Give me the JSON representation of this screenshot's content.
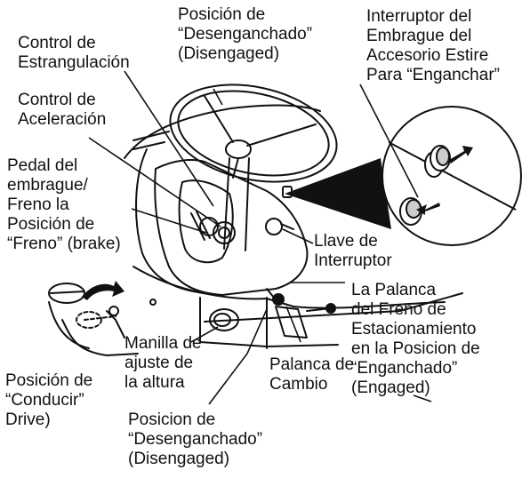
{
  "labels": {
    "choke_control": "Control de\nEstrangulación",
    "disengaged_top": "Posición de\n“Desenganchado”\n(Disengaged)",
    "pto_switch": "Interruptor del\nEmbrague del\nAccesorio Estire\nPara “Enganchar”",
    "throttle_control": "Control de\nAceleración",
    "clutch_brake_pedal": "Pedal del\nembrague/\nFreno la\nPosición de\n“Freno” (brake)",
    "ignition_key": "Llave de\nInterruptor",
    "parking_brake": "La Palanca\ndel Freno de\nEstacionamiento\nen la Posicion de\n“Enganchado”\n(Engaged)",
    "height_adjust_handle": "Manilla de\najuste de\nla altura",
    "shift_lever": "Palanca de\nCambio",
    "drive_position": "Posición de\n“Conducir”\nDrive)",
    "disengaged_bottom": "Posicion de\n“Desenganchado”\n(Disengaged)"
  },
  "colors": {
    "ink": "#111111",
    "inset": "#000000",
    "paper": "#ffffff"
  }
}
